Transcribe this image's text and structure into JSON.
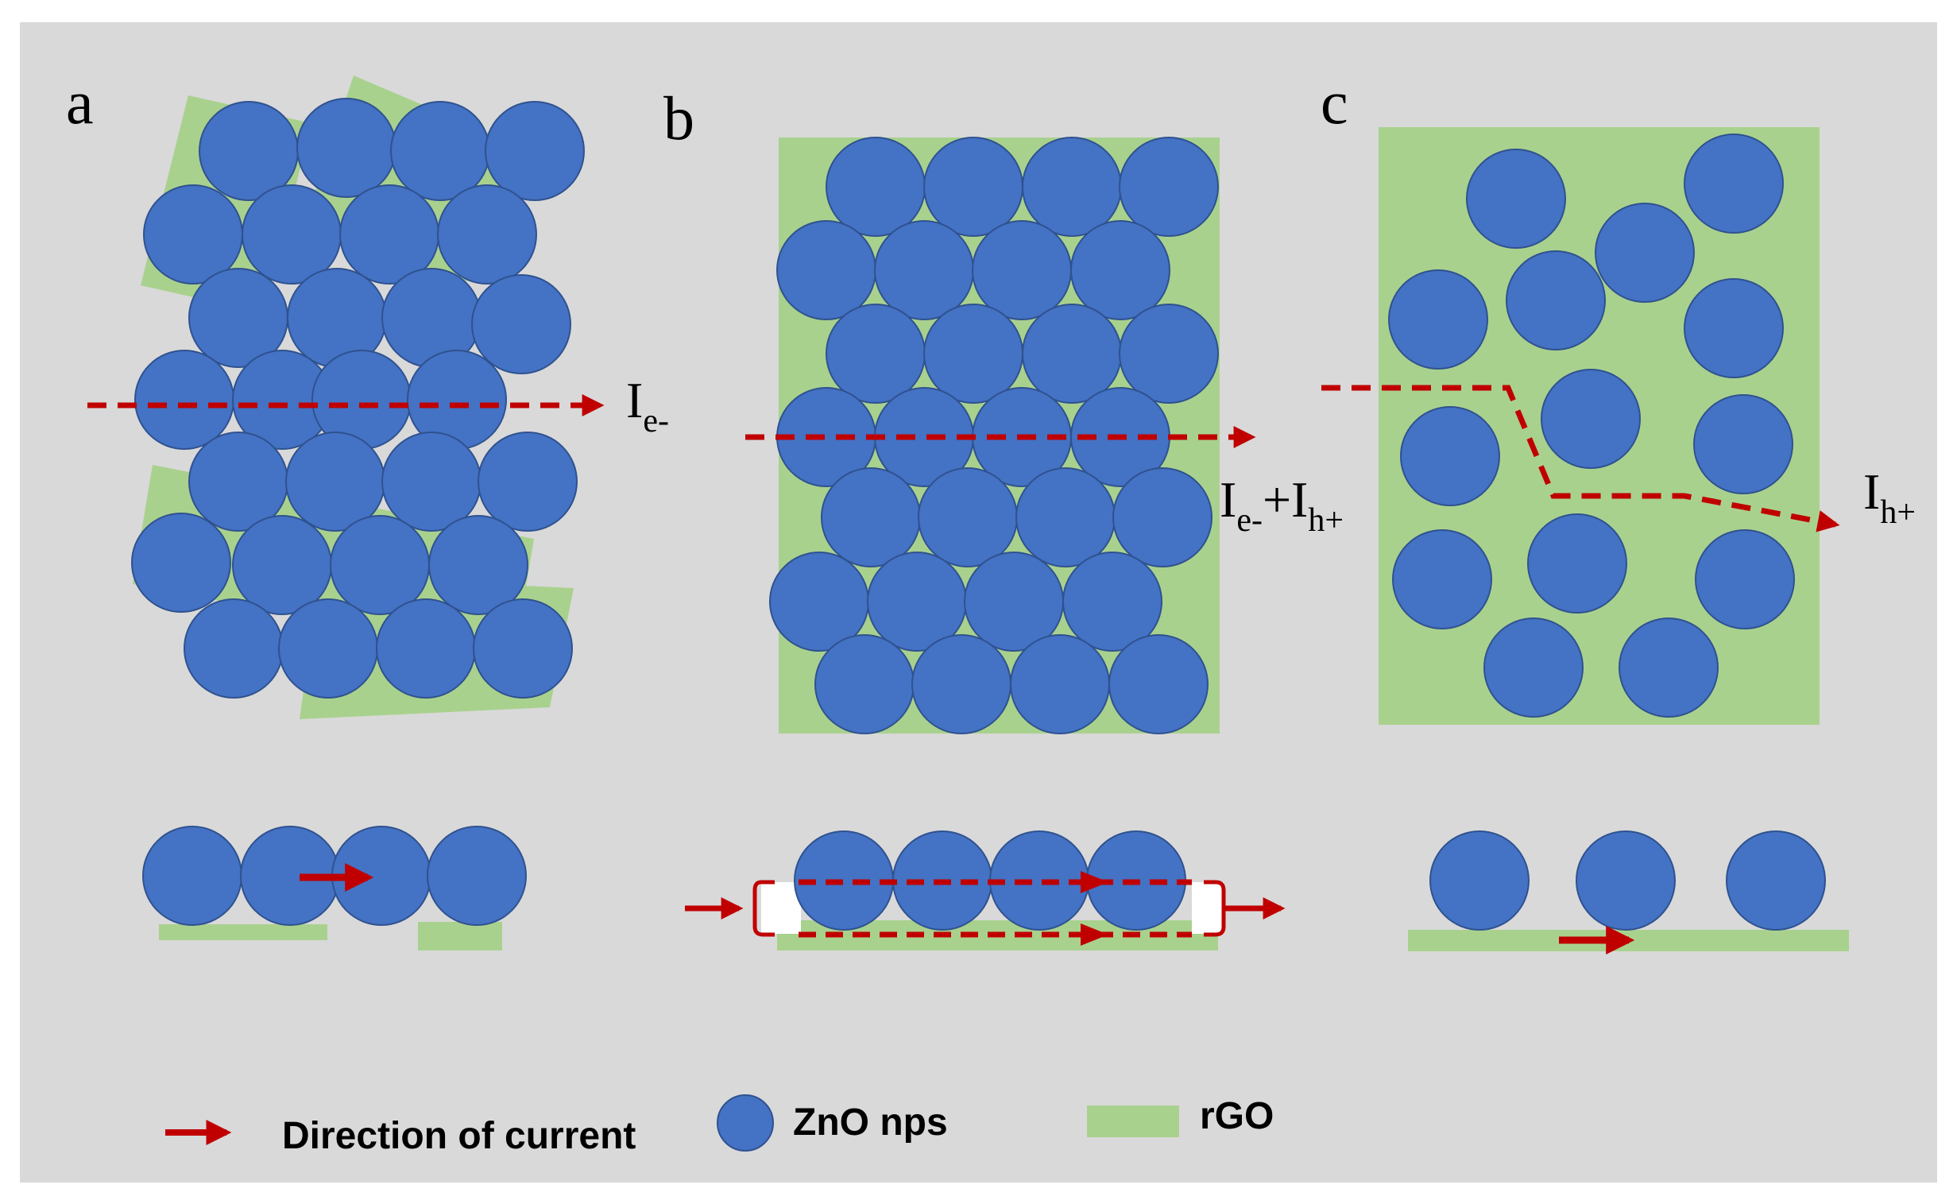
{
  "colors": {
    "page_bg": "#ffffff",
    "panel_bg": "#d9d9d9",
    "zno": "#4472c4",
    "zno_stroke": "#2f528f",
    "rgo": "#a9d18e",
    "current": "#c00000"
  },
  "panels": [
    {
      "id": "a",
      "label": "a",
      "current_label_main": "I",
      "current_label_sub": "e-"
    },
    {
      "id": "b",
      "label": "b",
      "current_label_main1": "I",
      "current_label_sub1": "e-",
      "current_label_plus": "+I",
      "current_label_sub2": "h+"
    },
    {
      "id": "c",
      "label": "c",
      "current_label_main": "I",
      "current_label_sub": "h+"
    }
  ],
  "legend": {
    "current": {
      "label": "Direction of current",
      "icon": "red-arrow-icon"
    },
    "zno": {
      "label": "ZnO nps",
      "icon": "blue-circle-icon"
    },
    "rgo": {
      "label": "rGO",
      "icon": "green-rectangle-icon"
    }
  }
}
